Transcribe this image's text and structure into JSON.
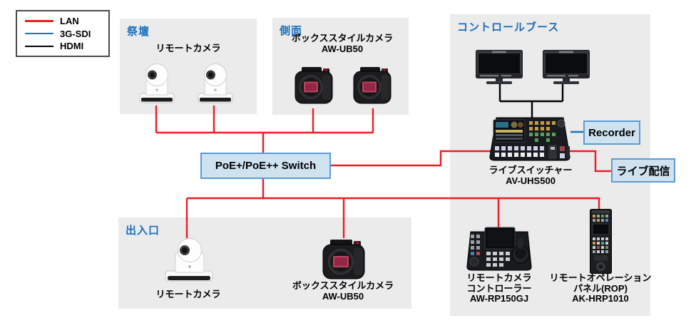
{
  "legend": {
    "items": [
      {
        "label": "LAN",
        "color": "#ed1c24"
      },
      {
        "label": "3G-SDI",
        "color": "#1b75bc"
      },
      {
        "label": "HDMI",
        "color": "#000000"
      }
    ]
  },
  "zones": {
    "altar": {
      "title": "祭壇",
      "camera_label": "リモートカメラ"
    },
    "side": {
      "title": "側面",
      "camera_label": "ボックススタイルカメラ",
      "camera_model": "AW-UB50"
    },
    "entrance": {
      "title": "出入口",
      "ptz_label": "リモートカメラ",
      "box_label": "ボックススタイルカメラ",
      "box_model": "AW-UB50"
    },
    "control_booth": {
      "title": "コントロールブース"
    }
  },
  "nodes": {
    "poe_switch": {
      "label": "PoE+/PoE++ Switch"
    },
    "recorder": {
      "label": "Recorder"
    },
    "live_streaming": {
      "label": "ライブ配信"
    },
    "live_switcher": {
      "line1": "ライブスイッチャー",
      "line2": "AV-UHS500"
    },
    "camera_controller": {
      "line1": "リモートカメラ",
      "line2": "コントローラー",
      "line3": "AW-RP150GJ"
    },
    "rop_panel": {
      "line1": "リモートオペレーション",
      "line2": "パネル(ROP)",
      "line3": "AK-HRP1010"
    }
  },
  "colors": {
    "lan_red": "#ed1c24",
    "sdi_blue": "#1b75bc",
    "hdmi_black": "#000000",
    "zone_gray": "#ebebeb",
    "label_blue": "#1a6fc0",
    "node_fill": "#cfe2f0",
    "node_border": "#5b9bd5"
  }
}
